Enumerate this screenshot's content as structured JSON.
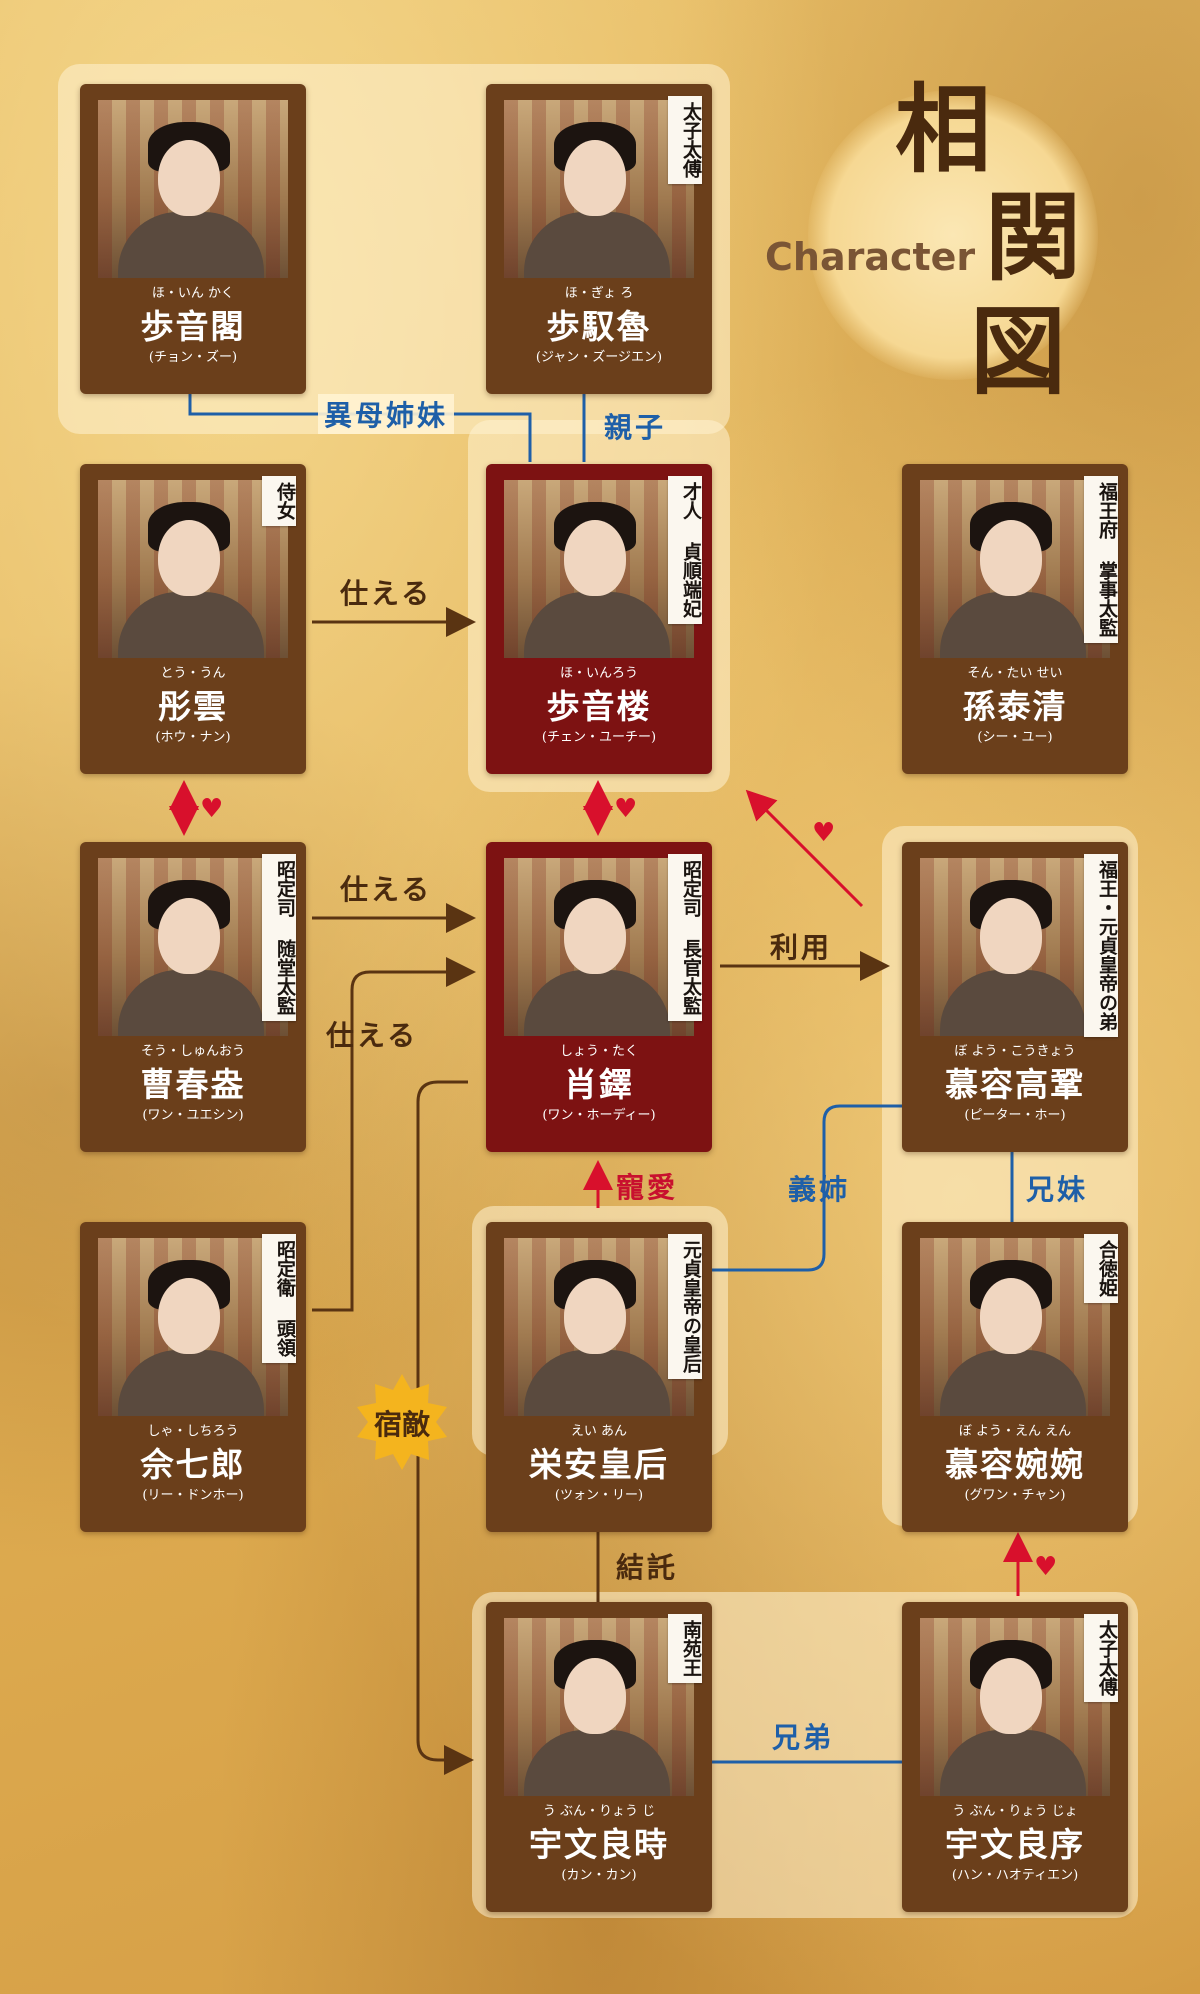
{
  "title": {
    "char1": "相",
    "char2": "関",
    "char3": "図",
    "english": "Character"
  },
  "characters": {
    "buyinge": {
      "role": "",
      "reading": "ほ・いん かく",
      "name": "歩音閣",
      "actor": "(チョン・ズー)"
    },
    "buyulu": {
      "role": "太子太傅",
      "reading": "ほ・ぎょ ろ",
      "name": "歩馭魯",
      "actor": "(ジャン・ズージエン)"
    },
    "tongyun": {
      "role": "侍女",
      "reading": "とう・うん",
      "name": "彤雲",
      "actor": "(ホウ・ナン)"
    },
    "buyinlou": {
      "role": "才人 貞順端妃",
      "reading": "ほ・いんろう",
      "name": "歩音楼",
      "actor": "(チェン・ユーチー)"
    },
    "suntaiqing": {
      "role": "福王府 掌事太監",
      "reading": "そん・たい せい",
      "name": "孫泰清",
      "actor": "(シー・ユー)"
    },
    "caochunang": {
      "role": "昭定司 随堂太監",
      "reading": "そう・しゅんおう",
      "name": "曹春盎",
      "actor": "(ワン・ユエシン)"
    },
    "xiaoduo": {
      "role": "昭定司 長官太監",
      "reading": "しょう・たく",
      "name": "肖鐸",
      "actor": "(ワン・ホーディー)"
    },
    "murongganxin": {
      "role": "福王・元貞皇帝の弟",
      "reading": "ぼ よう・こうきょう",
      "name": "慕容高鞏",
      "actor": "(ピーター・ホー)"
    },
    "sheqilang": {
      "role": "昭定衛 頭領",
      "reading": "しゃ・しちろう",
      "name": "佘七郎",
      "actor": "(リー・ドンホー)"
    },
    "rongan": {
      "role": "元貞皇帝の皇后",
      "reading": "えい あん",
      "name": "栄安皇后",
      "actor": "(ツォン・リー)"
    },
    "murongwanwan": {
      "role": "合徳姫",
      "reading": "ぼ よう・えん えん",
      "name": "慕容婉婉",
      "actor": "(グワン・チャン)"
    },
    "yuwenliangshi": {
      "role": "南苑王",
      "reading": "う ぶん・りょう じ",
      "name": "宇文良時",
      "actor": "(カン・カン)"
    },
    "yuwenliangxu": {
      "role": "太子太傅",
      "reading": "う ぶん・りょう じょ",
      "name": "宇文良序",
      "actor": "(ハン・ハオティエン)"
    }
  },
  "relations": {
    "half_sisters": "異母姉妹",
    "parent_child": "親子",
    "serves_1": "仕える",
    "serves_2": "仕える",
    "serves_3": "仕える",
    "uses": "利用",
    "favor": "寵愛",
    "sister_in_law": "義姉",
    "siblings": "兄妹",
    "nemesis": "宿敵",
    "collusion": "結託",
    "brothers": "兄弟"
  },
  "heart_symbol": "♥",
  "colors": {
    "card": "#6b3f1b",
    "card_main": "#7d1212",
    "blue_line": "#1e5fa8",
    "brown_line": "#5a3412",
    "red_line": "#d8102c"
  }
}
